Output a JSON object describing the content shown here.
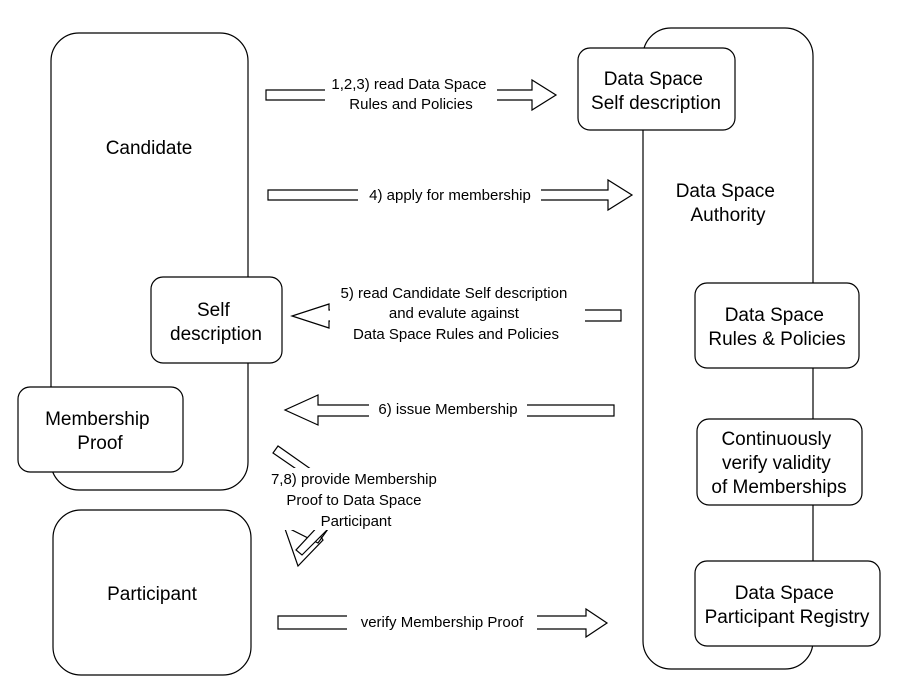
{
  "nodes": {
    "candidate": "Candidate",
    "candidate_self_description": [
      "Self",
      "description"
    ],
    "membership_proof": [
      "Membership",
      "Proof"
    ],
    "participant": "Participant",
    "data_space_self_description": [
      "Data Space",
      "Self description"
    ],
    "data_space_authority": [
      "Data Space",
      "Authority"
    ],
    "rules_policies": [
      "Data Space",
      "Rules & Policies"
    ],
    "verify_validity": [
      "Continuously",
      "verify validity",
      "of Memberships"
    ],
    "participant_registry": [
      "Data Space",
      "Participant Registry"
    ]
  },
  "edges": {
    "read_rules": [
      "1,2,3) read Data Space",
      "Rules and Policies"
    ],
    "apply_membership": "4) apply for membership",
    "read_candidate": [
      "5) read Candidate Self description",
      "and evalute against",
      "Data Space Rules and Policies"
    ],
    "issue_membership": "6) issue Membership",
    "provide_proof": [
      "7,8) provide Membership",
      "Proof to Data Space",
      "Participant"
    ],
    "verify_proof": "verify  Membership Proof"
  }
}
